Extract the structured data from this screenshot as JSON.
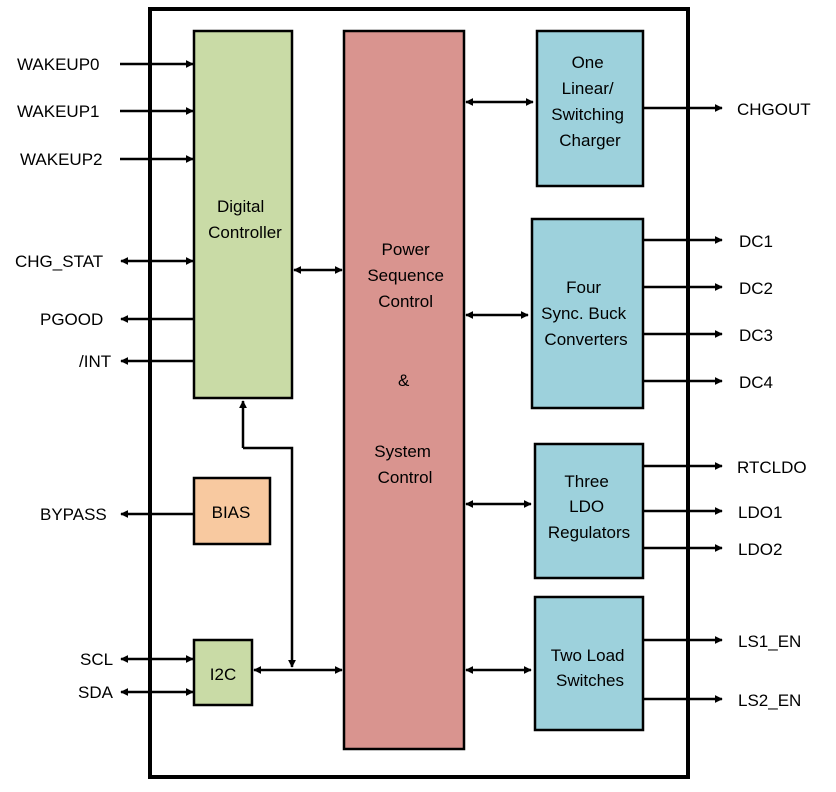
{
  "blocks": {
    "digital_controller": [
      "Digital",
      "Controller"
    ],
    "power_sequence": [
      "Power",
      "Sequence",
      "Control",
      "",
      "&",
      "",
      "System",
      "Control"
    ],
    "charger": [
      "One",
      "Linear/",
      "Switching",
      "Charger"
    ],
    "buck": [
      "Four",
      "Sync. Buck",
      "Converters"
    ],
    "ldo": [
      "Three",
      "LDO",
      "Regulators"
    ],
    "load_switches": [
      "Two Load",
      "Switches"
    ],
    "bias": [
      "BIAS"
    ],
    "i2c": [
      "I2C"
    ]
  },
  "pins_left": {
    "wakeup0": "WAKEUP0",
    "wakeup1": "WAKEUP1",
    "wakeup2": "WAKEUP2",
    "chg_stat": "CHG_STAT",
    "pgood": "PGOOD",
    "int": "/INT",
    "bypass": "BYPASS",
    "scl": "SCL",
    "sda": "SDA"
  },
  "pins_right": {
    "chgout": "CHGOUT",
    "dc1": "DC1",
    "dc2": "DC2",
    "dc3": "DC3",
    "dc4": "DC4",
    "rtcldo": "RTCLDO",
    "ldo1": "LDO1",
    "ldo2": "LDO2",
    "ls1_en": "LS1_EN",
    "ls2_en": "LS2_EN"
  },
  "colors": {
    "digital_controller": "#c9dba6",
    "power_sequence": "#d9948f",
    "charger": "#9dd1dc",
    "buck": "#9dd1dc",
    "ldo": "#9dd1dc",
    "load_switches": "#9dd1dc",
    "bias": "#f8c9a0",
    "i2c": "#c9dba6",
    "outline": "#000000"
  }
}
